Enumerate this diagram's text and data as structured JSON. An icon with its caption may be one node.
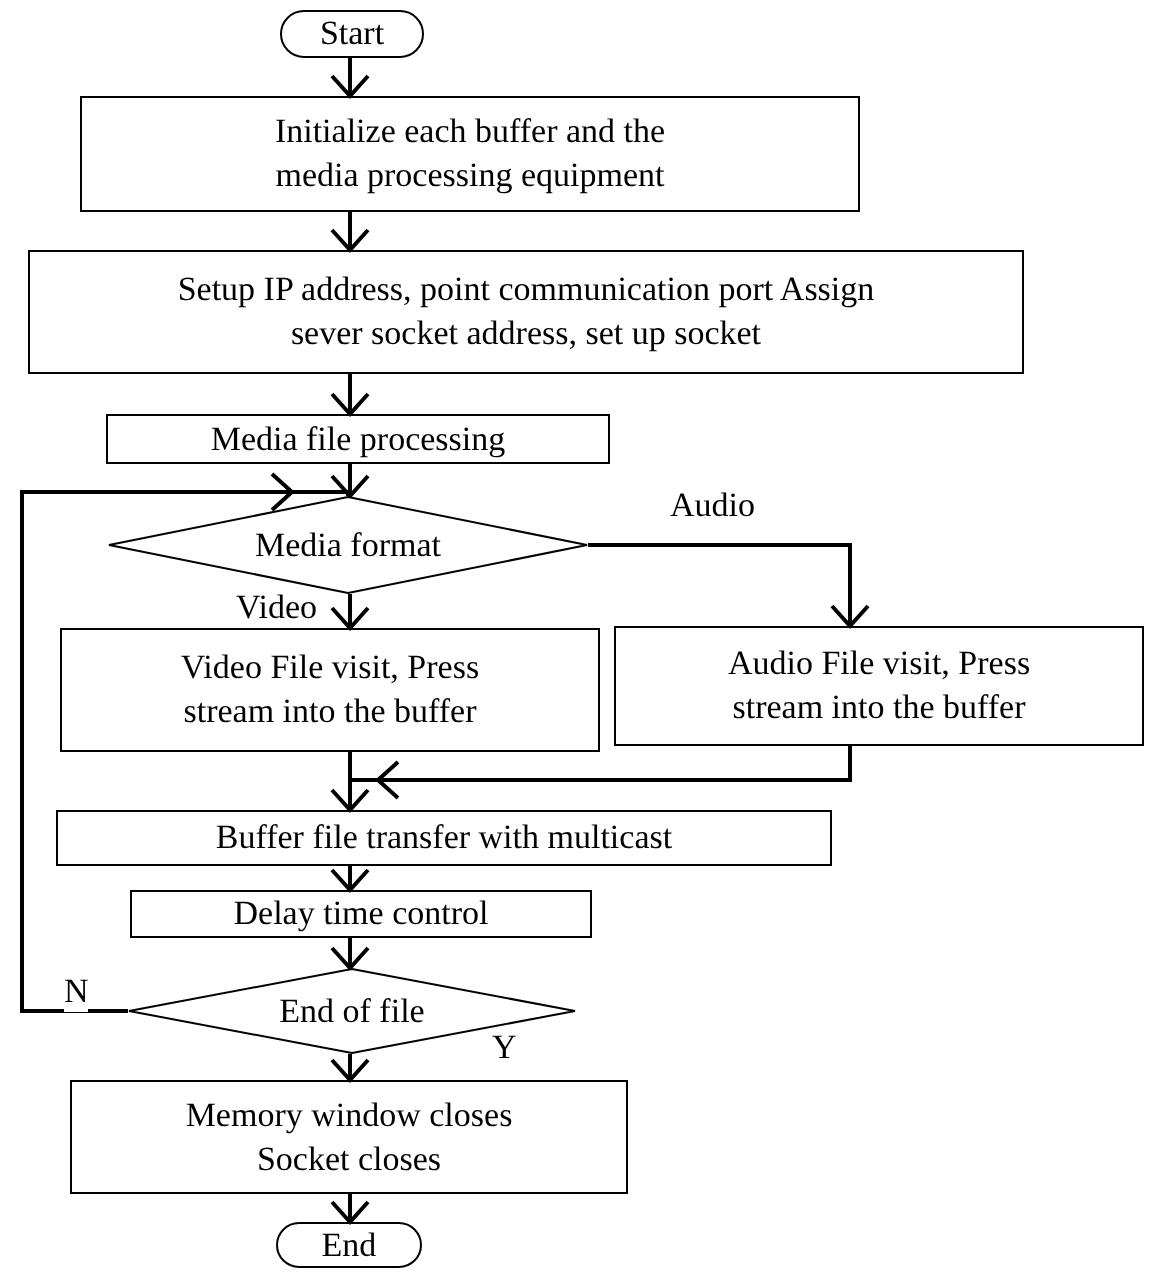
{
  "diagram": {
    "nodes": [
      {
        "text": [
          "Start"
        ]
      },
      {
        "text": [
          "Initialize each buffer and the media processing equipment"
        ]
      },
      {
        "text": [
          "Setup IP address, point communication port Assign sever socket address, set up socket"
        ]
      },
      {
        "text": [
          "Media file processing"
        ]
      },
      {
        "text": [
          "Media format"
        ]
      },
      {
        "text": [
          "Video File visit, Press stream into the buffer"
        ]
      },
      {
        "text": [
          "Audio File visit, Press stream into the buffer"
        ]
      },
      {
        "text": [
          "Buffer file transfer with multicast"
        ]
      },
      {
        "text": [
          "Delay time control"
        ]
      },
      {
        "text": [
          "End of file"
        ]
      },
      {
        "text": [
          "Memory window closes Socket closes"
        ]
      },
      {
        "text": [
          "End"
        ]
      }
    ],
    "edges": [
      {
        "from": 0,
        "to": 1,
        "arrow": "to"
      },
      {
        "from": 1,
        "to": 2,
        "arrow": "to"
      },
      {
        "from": 2,
        "to": 3,
        "arrow": "to"
      },
      {
        "from": 3,
        "to": 4,
        "arrow": "to"
      },
      {
        "from": 4,
        "to": 5,
        "arrow": "to",
        "label": "Video"
      },
      {
        "from": 4,
        "to": 6,
        "arrow": "to",
        "label": "Audio"
      },
      {
        "from": 5,
        "to": 7,
        "arrow": "to"
      },
      {
        "from": 6,
        "to": 7,
        "arrow": "to"
      },
      {
        "from": 7,
        "to": 8,
        "arrow": "to"
      },
      {
        "from": 8,
        "to": 9,
        "arrow": "to"
      },
      {
        "from": 9,
        "to": 4,
        "arrow": "to",
        "label": "N"
      },
      {
        "from": 9,
        "to": 10,
        "arrow": "to",
        "label": "Y"
      },
      {
        "from": 10,
        "to": 11,
        "arrow": "to"
      }
    ]
  }
}
